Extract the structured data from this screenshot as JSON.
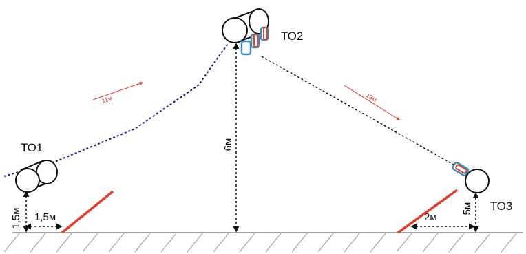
{
  "nodes": {
    "to1": "ТО1",
    "to2": "ТО2",
    "to3": "ТО3"
  },
  "spans": {
    "left_span": "11м",
    "right_span": "13м"
  },
  "dimensions": {
    "to1_height": "1,5м",
    "to1_offset": "1,5м",
    "to2_height": "6м",
    "to3_height": "5м",
    "to3_offset": "2м"
  },
  "colors": {
    "line": "#111111",
    "cable_dashed": "#1a1a8c",
    "red": "#e03c28",
    "clip_blue": "#3a8fc8",
    "clip_red": "#d8452a",
    "ground": "#888888"
  },
  "icons": {
    "spool": "cylinder-spool-icon",
    "clamp": "clamp-icon",
    "pole_brace": "support-brace-icon"
  }
}
